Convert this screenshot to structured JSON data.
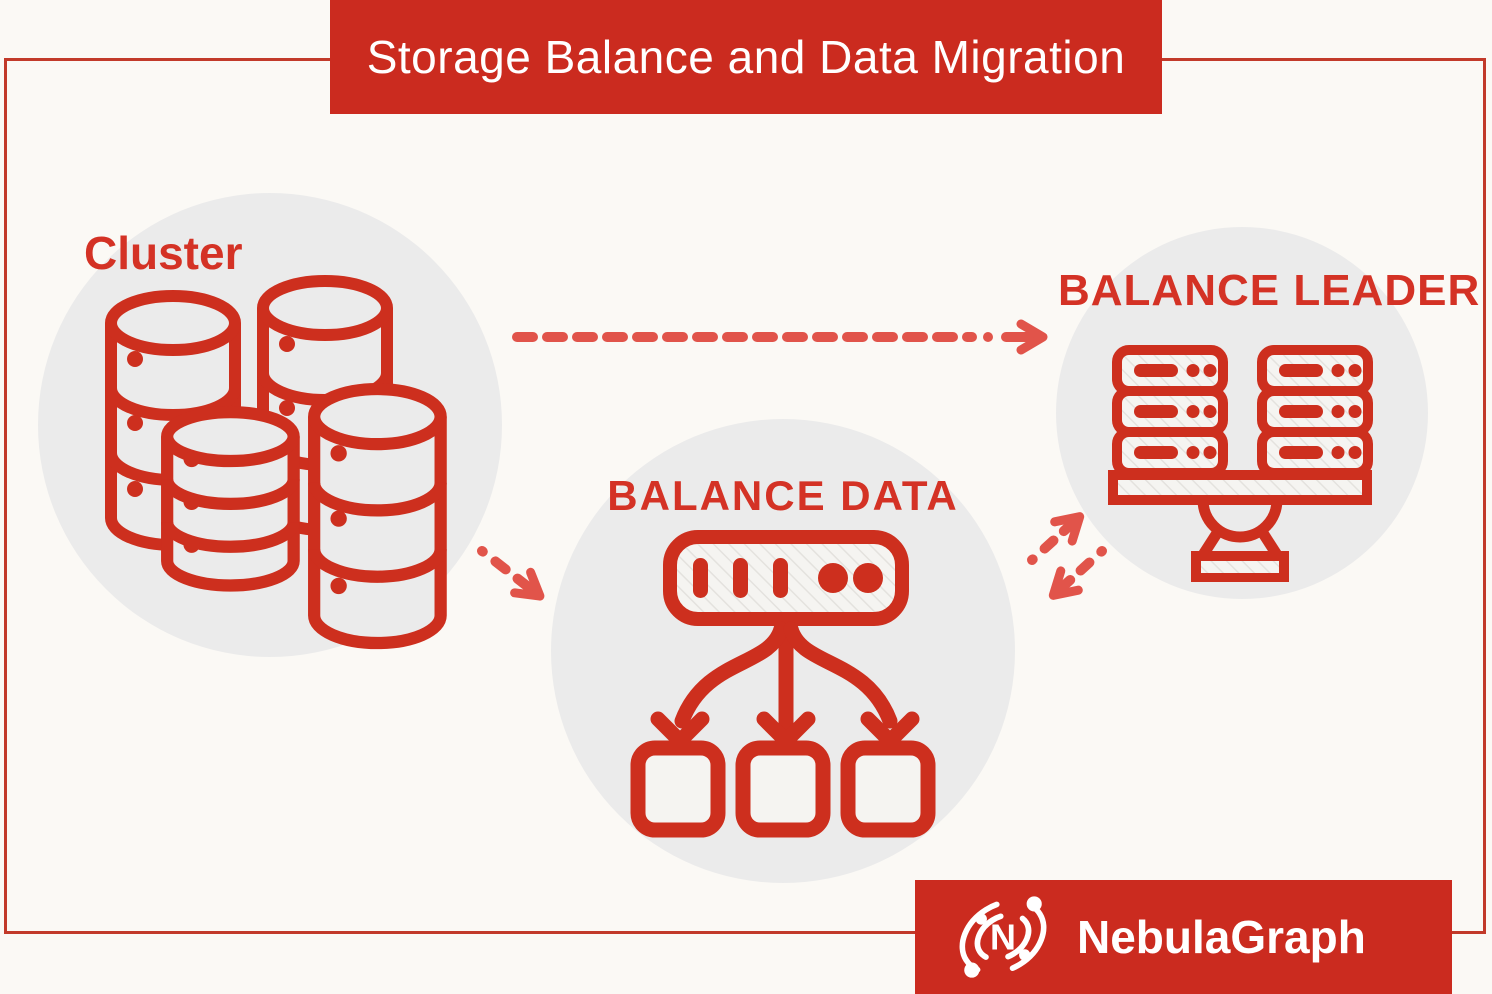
{
  "title": "Storage Balance and Data Migration",
  "nodes": {
    "cluster": {
      "label": "Cluster",
      "icon": "database-cluster-icon"
    },
    "balance_data": {
      "label": "BALANCE DATA",
      "icon": "server-distribution-icon"
    },
    "balance_leader": {
      "label": "BALANCE LEADER",
      "icon": "server-balance-scale-icon"
    }
  },
  "edges": [
    {
      "from": "cluster",
      "to": "balance_leader",
      "style": "dashed",
      "direction": "one-way"
    },
    {
      "from": "cluster",
      "to": "balance_data",
      "style": "dashed",
      "direction": "one-way"
    },
    {
      "from": "balance_data",
      "to": "balance_leader",
      "style": "dashed",
      "direction": "two-way"
    }
  ],
  "footer": {
    "brand": "NebulaGraph",
    "logo_letter": "N"
  },
  "colors": {
    "banner_red": "#cb2b1f",
    "icon_red": "#cd2f1e",
    "arrow_red": "#e1544a",
    "label_red": "#d43225",
    "circle_gray": "#ebebeb",
    "background": "#fbf9f5",
    "border_red": "#c23a2a"
  }
}
